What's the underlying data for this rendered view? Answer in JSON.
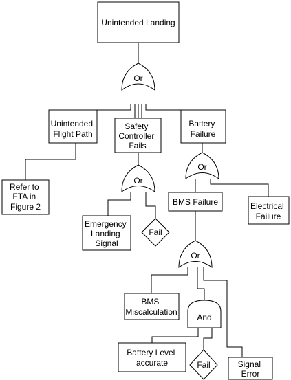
{
  "nodes": {
    "top_event": [
      "Unintended Landing"
    ],
    "unintended_flight_path": [
      "Unintended",
      "Flight Path"
    ],
    "safety_controller_fails": [
      "Safety",
      "Controller",
      "Fails"
    ],
    "battery_failure": [
      "Battery",
      "Failure"
    ],
    "refer_to_fta": [
      "Refer to",
      "FTA in",
      "Figure 2"
    ],
    "emergency_landing_signal": [
      "Emergency",
      "Landing",
      "Signal"
    ],
    "fail_1": [
      "Fail"
    ],
    "bms_failure": [
      "BMS Failure"
    ],
    "electrical_failure": [
      "Electrical",
      "Failure"
    ],
    "bms_miscalculation": [
      "BMS",
      "Miscalculation"
    ],
    "battery_level_accurate": [
      "Battery Level",
      "accurate"
    ],
    "fail_2": [
      "Fail"
    ],
    "signal_error": [
      "Signal",
      "Error"
    ]
  },
  "gates": {
    "or_top": "Or",
    "or_safety": "Or",
    "or_battery": "Or",
    "or_bms": "Or",
    "and_bms": "And"
  }
}
